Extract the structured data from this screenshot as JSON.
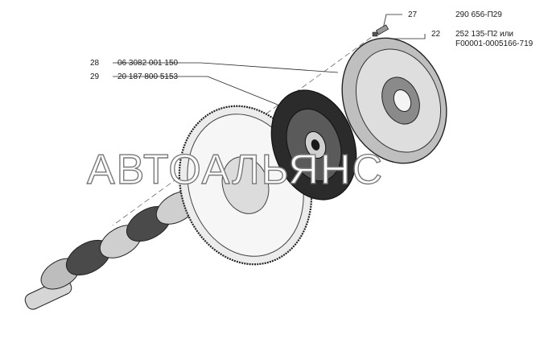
{
  "callouts": [
    {
      "num": "27",
      "code": "290 656-П29"
    },
    {
      "num": "22",
      "code": "252 135-П2 или",
      "code2": "F00001-0005166-719"
    },
    {
      "num": "28",
      "code": "06 3082 001 150"
    },
    {
      "num": "29",
      "code": "20 187 800 5153"
    }
  ],
  "watermark": "АВТОАЛЬЯНС",
  "colors": {
    "line": "#222222",
    "metal": "#c8c8c8",
    "dark": "#3a3a3a"
  }
}
